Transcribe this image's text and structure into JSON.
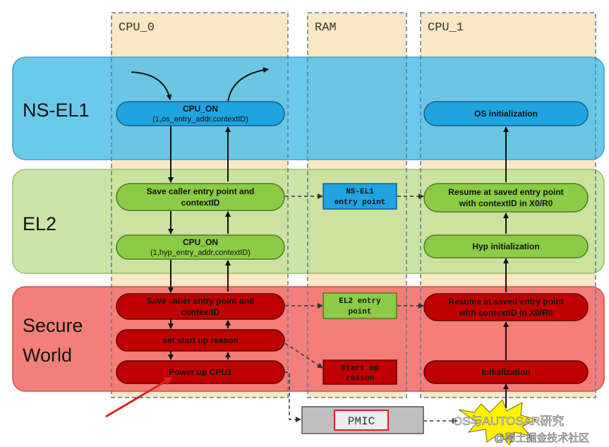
{
  "columns": {
    "cpu0": "CPU_0",
    "ram": "RAM",
    "cpu1": "CPU_1"
  },
  "levels": {
    "ns_el1": "NS-EL1",
    "el2": "EL2",
    "secure_line1": "Secure",
    "secure_line2": "World"
  },
  "cpu0": {
    "cpu_on_ns": {
      "line1": "CPU_ON",
      "line2": "(1,os_entry_addr,contextID)"
    },
    "save_el2": {
      "line1": "Save caller entry point and",
      "line2": "contextID"
    },
    "cpu_on_el2": {
      "line1": "CPU_ON",
      "line2": "(1,hyp_entry_addr,contextID)"
    },
    "save_secure": {
      "line1": "Save caller entry point and",
      "line2": "contextID"
    },
    "set_startup": "set start up reason",
    "power_up": "Power up CPU1"
  },
  "ram": {
    "ns_el1_entry": {
      "line1": "NS-EL1",
      "line2": "entry point"
    },
    "el2_entry": {
      "line1": "EL2 entry",
      "line2": "point"
    },
    "startup_reason": {
      "line1": "Start up",
      "line2": "reason"
    }
  },
  "cpu1": {
    "os_init": "OS initialization",
    "resume_el2": {
      "line1": "Resume at saved entry point",
      "line2": "with contextID in X0/R0"
    },
    "hyp_init": "Hyp initialization",
    "resume_secure": {
      "line1": "Resume at saved entry point",
      "line2": "with contextID in X0/R0"
    },
    "initialization": "Initialization"
  },
  "pmic": "PMIC",
  "watermark": {
    "line1": "OS与AUTOSAR研究",
    "line2": "@稀土掘金技术社区"
  },
  "colors": {
    "ns_band": "#56C1E8",
    "el2_band": "#C4E19B",
    "secure_band": "#F2716E",
    "column_bg": "#F9E7C5",
    "ns_node": "#1FA3E1",
    "el2_node": "#8BCB45",
    "secure_node": "#C00000",
    "ram_ns_box": "#1FA3E1",
    "ram_el2_box": "#8BCB45",
    "pmic_box": "#BFBFBF",
    "arrow_red": "#E02020",
    "burst": "#FFF200"
  }
}
